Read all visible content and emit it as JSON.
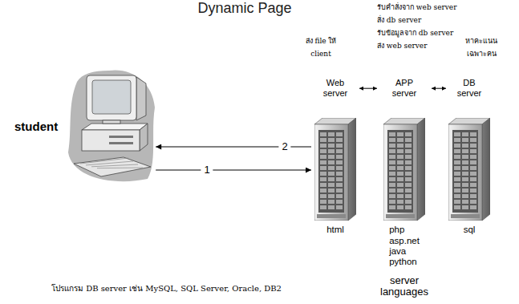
{
  "diagram": {
    "title": "Dynamic Page",
    "nodes": [
      {
        "text": [
          "student"
        ]
      },
      {
        "text": [
          "Web server",
          "html"
        ]
      },
      {
        "text": [
          "APP server",
          "php asp.net java python"
        ]
      },
      {
        "text": [
          "DB server",
          "sql"
        ]
      }
    ],
    "edges": [
      {
        "from": 1,
        "to": 0,
        "arrow": "to",
        "label": "2"
      },
      {
        "from": 0,
        "to": 1,
        "arrow": "to",
        "label": "1"
      },
      {
        "from": 1,
        "to": 2,
        "arrow": "both"
      },
      {
        "from": 2,
        "to": 3,
        "arrow": "both"
      }
    ],
    "labels": [
      "รับคำสั่งจาก web server",
      "สั่ง db server",
      "รับข้อมูลจาก db server",
      "ส่ง web server",
      "ส่ง file ให้",
      "client",
      "หาคะแนน",
      "เฉพาะคน",
      "server languages",
      "โปรแกรม DB server เช่น MySQL, SQL Server, Oracle, DB2"
    ]
  }
}
